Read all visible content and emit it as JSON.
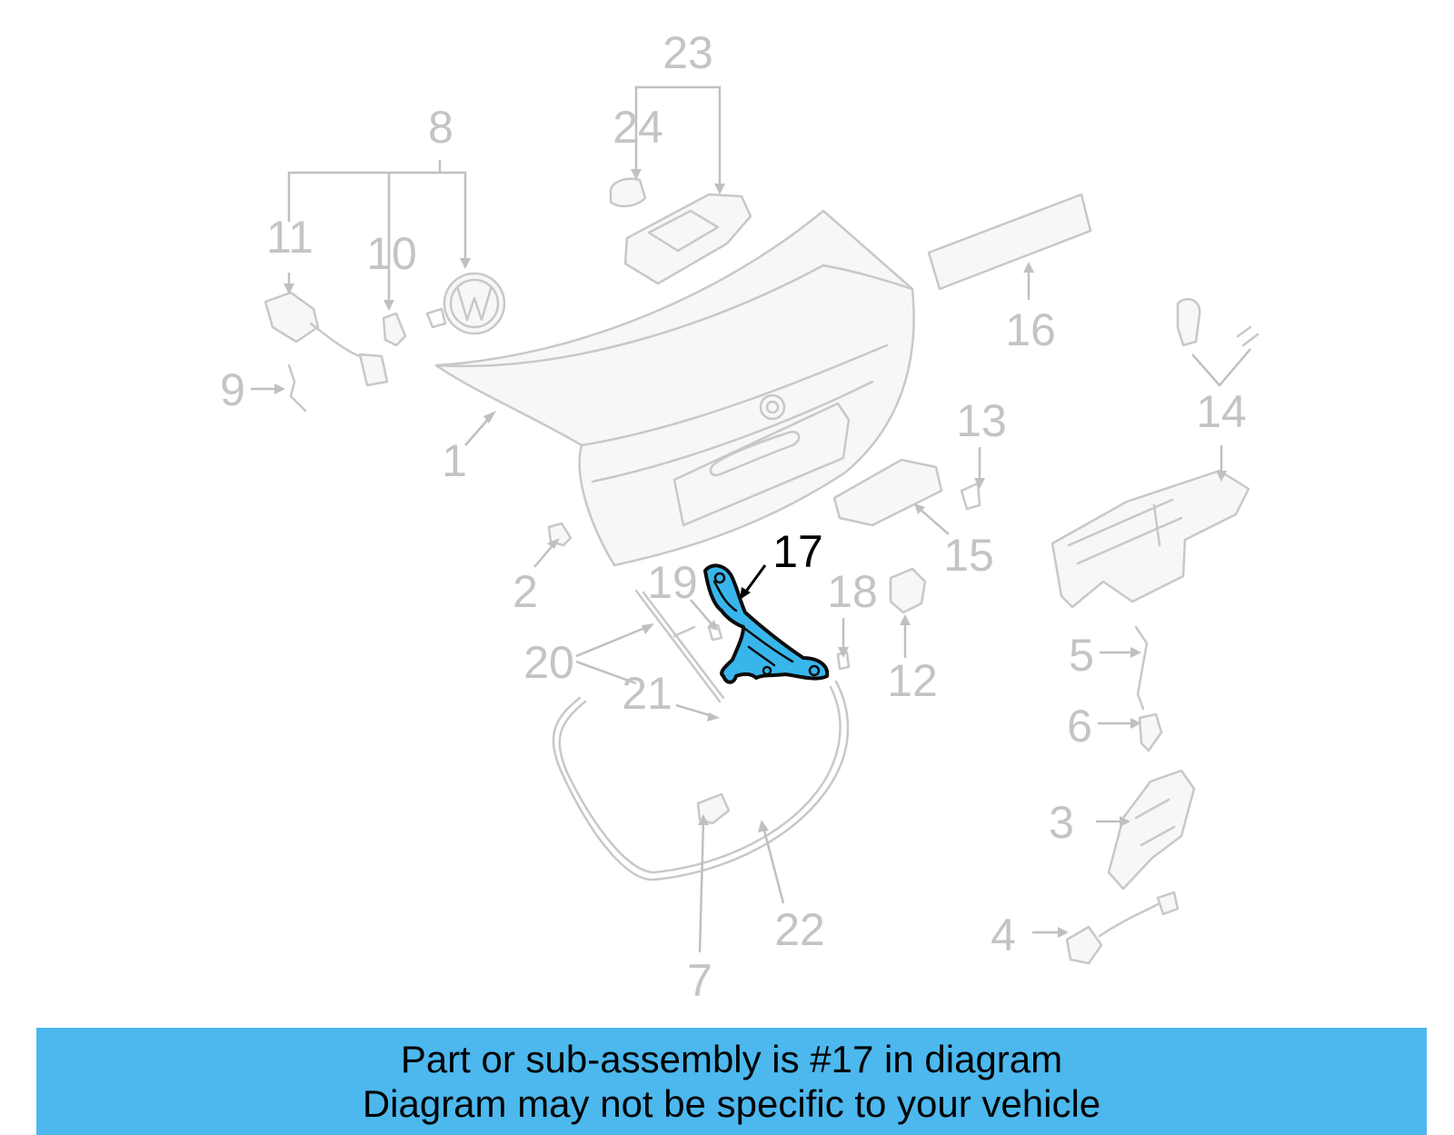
{
  "diagram": {
    "callouts": {
      "c1": "1",
      "c2": "2",
      "c3": "3",
      "c4": "4",
      "c5": "5",
      "c6": "6",
      "c7": "7",
      "c8": "8",
      "c9": "9",
      "c10": "10",
      "c11": "11",
      "c12": "12",
      "c13": "13",
      "c14": "14",
      "c15": "15",
      "c16": "16",
      "c17": "17",
      "c18": "18",
      "c19": "19",
      "c20": "20",
      "c21": "21",
      "c22": "22",
      "c23": "23",
      "c24": "24"
    },
    "highlighted_part": "17",
    "highlight_color": "#38b6ec",
    "part_line_color": "#c8c8c8"
  },
  "banner": {
    "line1": "Part or sub-assembly is #17 in diagram",
    "line2": "Diagram may not be specific to your vehicle",
    "background": "#4cb8ee"
  }
}
